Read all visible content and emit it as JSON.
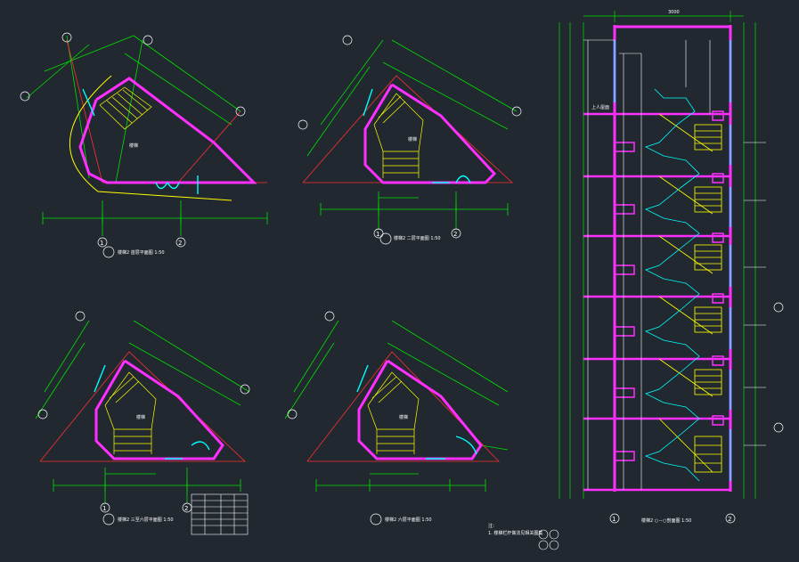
{
  "colors": {
    "background": "#212830",
    "dimension": "#00e000",
    "wall": "#ff2fff",
    "stair": "#ffff00",
    "glass": "#00ffff",
    "axis": "#ff3030",
    "text": "#ffffff"
  },
  "plans": {
    "ground": {
      "title": "楼梯2 首层平面图 1:50",
      "axis_a": "1",
      "axis_b": "2",
      "room": "楼梯"
    },
    "second": {
      "title": "楼梯2 二层平面图 1:50",
      "axis_a": "1",
      "axis_b": "2",
      "room": "楼梯"
    },
    "third": {
      "title": "楼梯2 三至六层平面图 1:50",
      "axis_a": "1",
      "axis_b": "2",
      "room": "楼梯"
    },
    "top": {
      "title": "楼梯2 六层平面图 1:50",
      "axis_a": "",
      "axis_b": "",
      "room": "楼梯"
    }
  },
  "section": {
    "title": "楼梯2 ○－○剖面图 1:50",
    "top_dimension": "3000",
    "axis_left": "1",
    "axis_right": "2",
    "roof_label": "上人屋面"
  },
  "notes": {
    "heading": "注：",
    "line1": "1. 楼梯栏杆做法见相关图集"
  }
}
